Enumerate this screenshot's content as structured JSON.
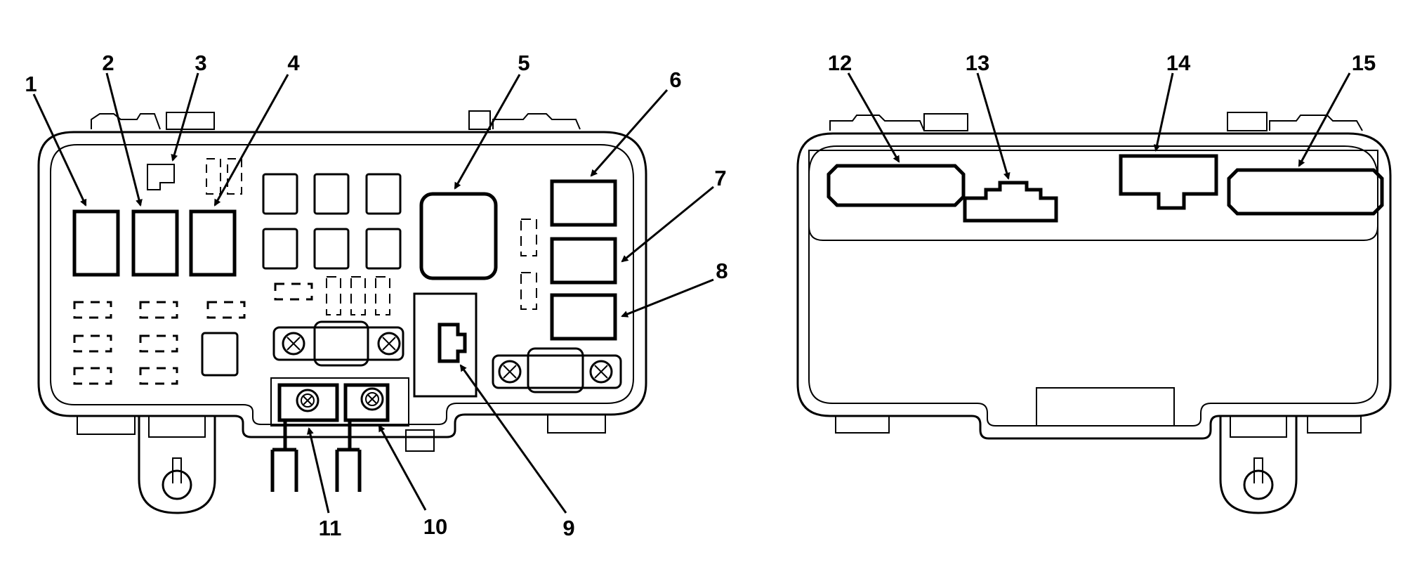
{
  "diagram": {
    "left_view_labels": [
      "1",
      "2",
      "3",
      "4",
      "5",
      "6",
      "7",
      "8",
      "9",
      "10",
      "11"
    ],
    "right_view_labels": [
      "12",
      "13",
      "14",
      "15"
    ],
    "colors": {
      "line": "#000000",
      "background": "#ffffff"
    }
  }
}
